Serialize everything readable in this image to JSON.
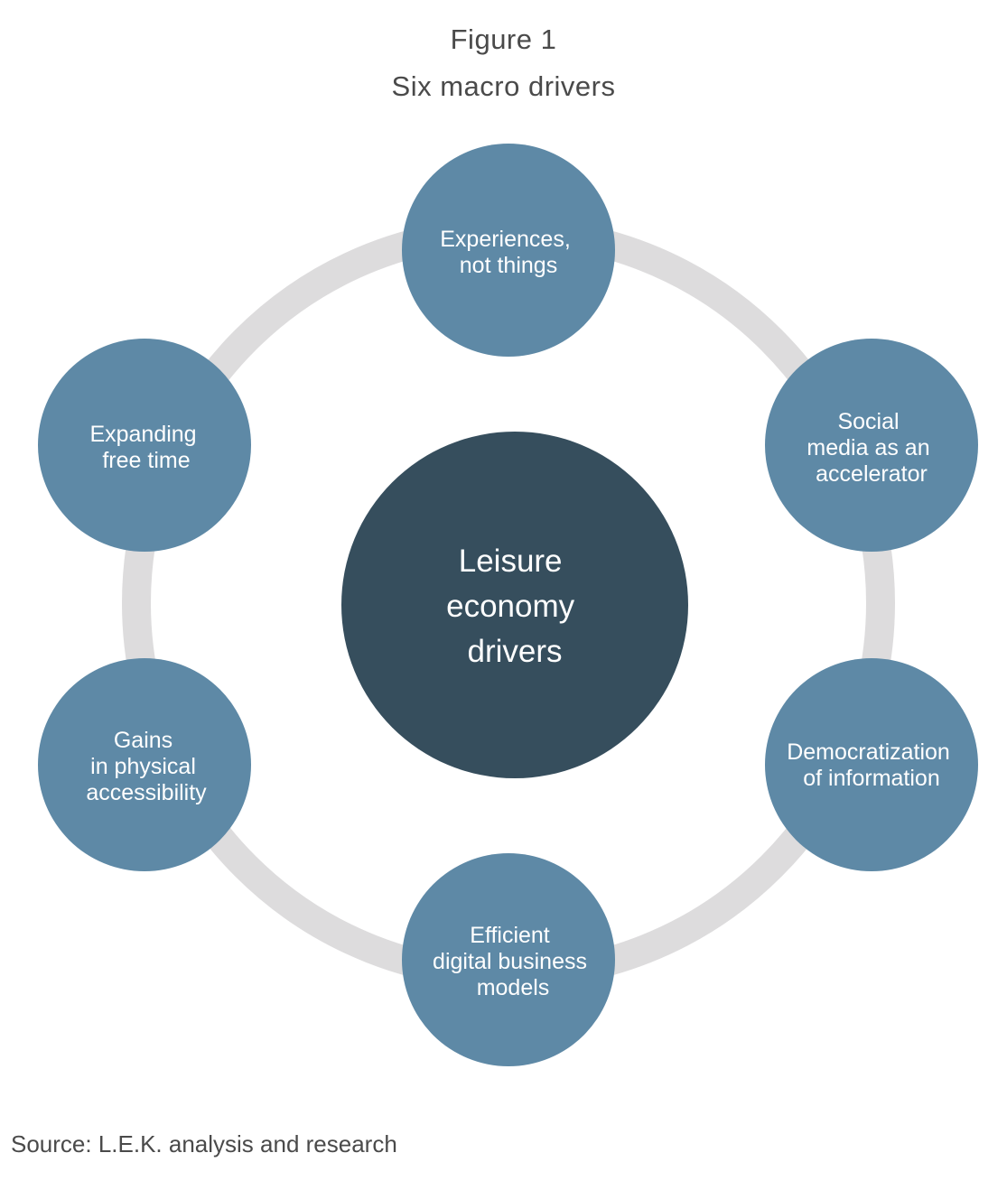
{
  "figure": {
    "title": "Figure 1",
    "subtitle": "Six macro drivers"
  },
  "center": {
    "lines": [
      "Leisure",
      "economy",
      "drivers"
    ]
  },
  "drivers": [
    {
      "lines": [
        "Experiences,",
        "not things"
      ]
    },
    {
      "lines": [
        "Social",
        "media as an",
        "accelerator"
      ]
    },
    {
      "lines": [
        "Democratization",
        "of information"
      ]
    },
    {
      "lines": [
        "Efficient",
        "digital business",
        "models"
      ]
    },
    {
      "lines": [
        "Gains",
        "in physical",
        "accessibility"
      ]
    },
    {
      "lines": [
        "Expanding",
        "free time"
      ]
    }
  ],
  "source": "Source: L.E.K. analysis and research",
  "colors": {
    "ring": "#dddcdd",
    "node": "#5e89a6",
    "center": "#364e5d",
    "text_dark": "#4a4a4a"
  }
}
